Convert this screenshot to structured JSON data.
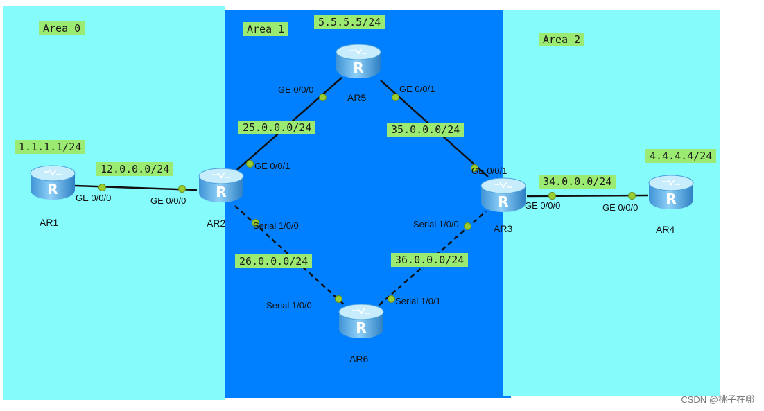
{
  "colors": {
    "area0": "#85fbfb",
    "area1": "#0080ff",
    "area2": "#85fbfb",
    "label_bg": "#9bea72",
    "interface_dot": "#9acd32"
  },
  "areas": {
    "area0": "Area 0",
    "area1": "Area 1",
    "area2": "Area 2"
  },
  "routers": {
    "ar1": "AR1",
    "ar2": "AR2",
    "ar3": "AR3",
    "ar4": "AR4",
    "ar5": "AR5",
    "ar6": "AR6"
  },
  "networks": {
    "loop_ar1": "1.1.1.1/24",
    "loop_ar5": "5.5.5.5/24",
    "loop_ar4": "4.4.4.4/24",
    "n12": "12.0.0.0/24",
    "n25": "25.0.0.0/24",
    "n35": "35.0.0.0/24",
    "n34": "34.0.0.0/24",
    "n26": "26.0.0.0/24",
    "n36": "36.0.0.0/24"
  },
  "interfaces": {
    "ar1_ge000": "GE 0/0/0",
    "ar2_ge000": "GE 0/0/0",
    "ar2_ge001": "GE 0/0/1",
    "ar2_s100": "Serial 1/0/0",
    "ar5_ge000": "GE 0/0/0",
    "ar5_ge001": "GE 0/0/1",
    "ar3_ge001": "GE 0/0/1",
    "ar3_ge000": "GE 0/0/0",
    "ar3_s100": "Serial 1/0/0",
    "ar4_ge000": "GE 0/0/0",
    "ar6_s100": "Serial 1/0/0",
    "ar6_s101": "Serial 1/0/1"
  },
  "links": [
    {
      "from": "AR1",
      "to": "AR2",
      "type": "ethernet",
      "network": "12.0.0.0/24"
    },
    {
      "from": "AR2",
      "to": "AR5",
      "type": "ethernet",
      "network": "25.0.0.0/24"
    },
    {
      "from": "AR5",
      "to": "AR3",
      "type": "ethernet",
      "network": "35.0.0.0/24"
    },
    {
      "from": "AR3",
      "to": "AR4",
      "type": "ethernet",
      "network": "34.0.0.0/24"
    },
    {
      "from": "AR2",
      "to": "AR6",
      "type": "serial",
      "network": "26.0.0.0/24"
    },
    {
      "from": "AR6",
      "to": "AR3",
      "type": "serial",
      "network": "36.0.0.0/24"
    }
  ],
  "watermark": "CSDN @桃子在哪"
}
